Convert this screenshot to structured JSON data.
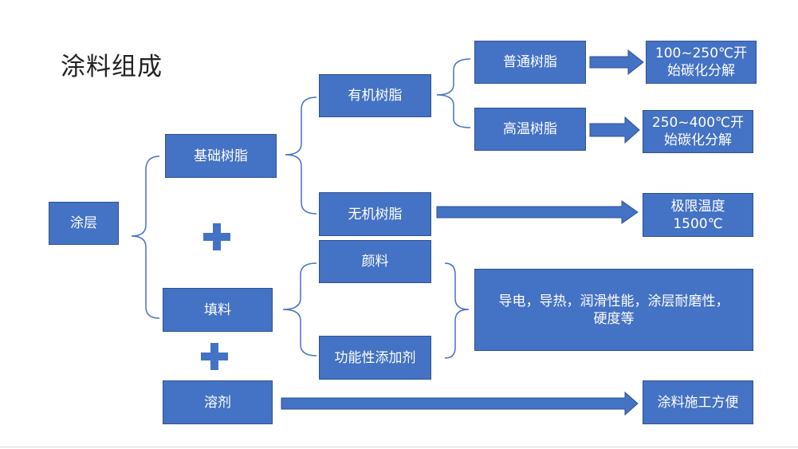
{
  "title": "涂料组成",
  "nodes": {
    "coating": "涂层",
    "base_resin": "基础树脂",
    "filler": "填料",
    "solvent": "溶剂",
    "organic_resin": "有机树脂",
    "inorganic_resin": "无机树脂",
    "pigment": "颜料",
    "functional_additive": "功能性添加剂",
    "common_resin": "普通树脂",
    "high_temp_resin": "高温树脂",
    "common_result": "100~250℃开\n始碳化分解",
    "high_temp_result": "250~400℃开\n始碳化分解",
    "inorganic_result": "极限温度\n1500℃",
    "filler_result": "导电，导热，润滑性能，涂层耐磨性，\n硬度等",
    "solvent_result": "涂料施工方便"
  },
  "colors": {
    "box_fill": "#4472c4",
    "box_border": "#2f528f",
    "bracket": "#4472c4",
    "text": "#ffffff"
  }
}
